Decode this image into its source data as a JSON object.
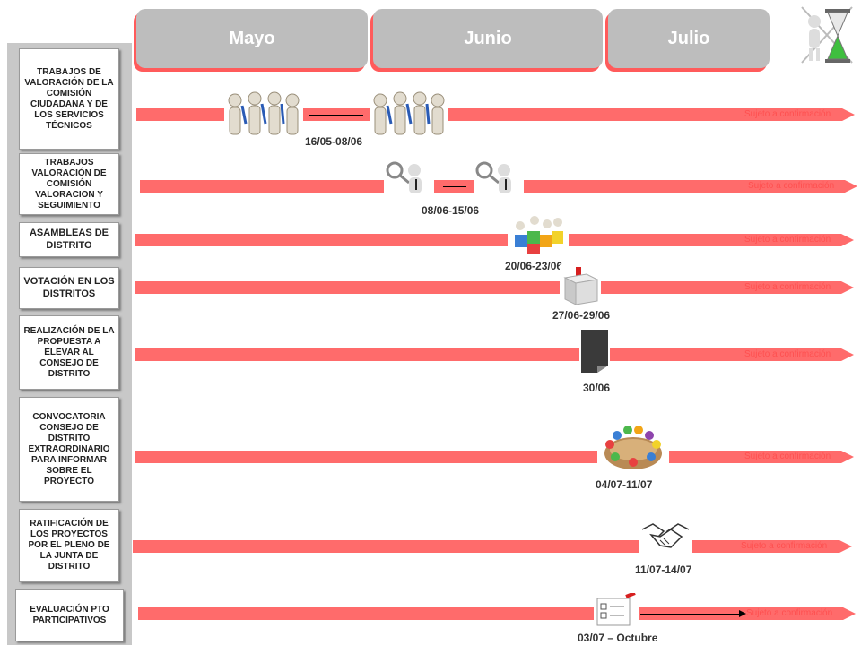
{
  "months": [
    "Mayo",
    "Junio",
    "Julio"
  ],
  "stages": [
    "TRABAJOS DE VALORACIÓN DE LA COMISIÓN CIUDADANA Y DE LOS SERVICIOS TÉCNICOS",
    "TRABAJOS VALORACIÓN DE COMISIÓN VALORACION Y SEGUIMIENTO",
    "ASAMBLEAS DE DISTRITO",
    "VOTACIÓN EN LOS DISTRITOS",
    "REALIZACIÓN DE LA PROPUESTA A ELEVAR AL CONSEJO DE DISTRITO",
    "CONVOCATORIA CONSEJO DE DISTRITO EXTRAORDINARIO PARA INFORMAR SOBRE EL PROYECTO",
    "RATIFICACIÓN DE LOS PROYECTOS POR EL PLENO DE LA JUNTA DE DISTRITO",
    "EVALUACIÓN PTO PARTICIPATIVOS"
  ],
  "dates": [
    "16/05-08/06",
    "08/06-15/06",
    "20/06-23/06",
    "27/06-29/06",
    "30/06",
    "04/07-11/07",
    "11/07-14/07",
    "03/07 – Octubre"
  ],
  "status_text": "Sujeto a confirmación",
  "colors": {
    "bar": "#ff6b6b",
    "month_tab": "#bdbdbd",
    "sidebar": "#c8c8c8"
  },
  "icons": [
    "hourglass-figure-icon",
    "workers-icon",
    "magnifier-figure-icon",
    "puzzle-people-icon",
    "ballot-box-icon",
    "document-icon",
    "meeting-circle-icon",
    "handshake-icon",
    "checklist-icon"
  ]
}
